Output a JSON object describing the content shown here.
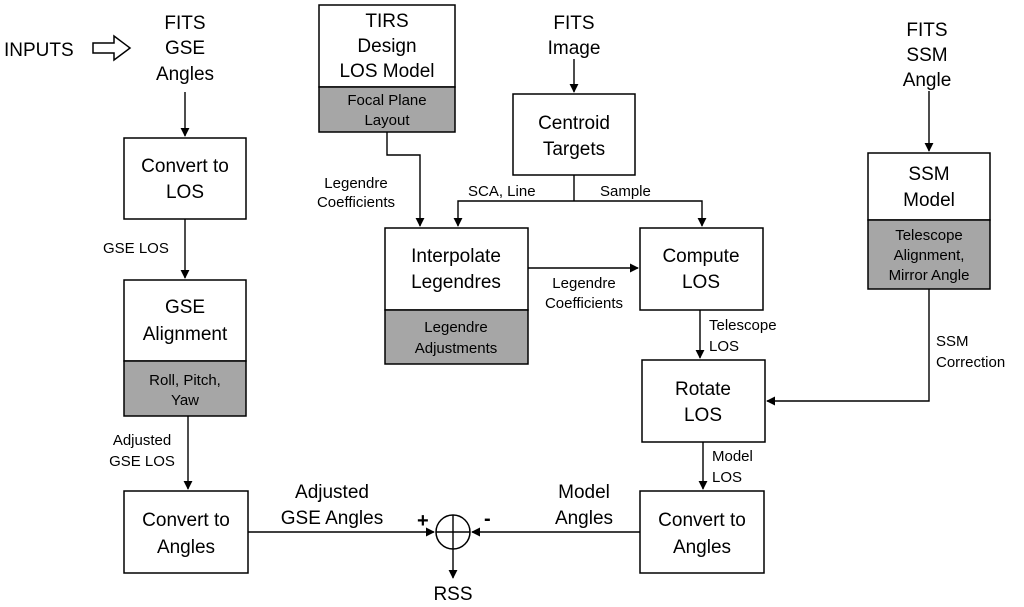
{
  "inputs": {
    "label": "INPUTS",
    "fits_gse": [
      "FITS",
      "GSE",
      "Angles"
    ],
    "fits_image": [
      "FITS",
      "Image"
    ],
    "fits_ssm": [
      "FITS",
      "SSM",
      "Angle"
    ]
  },
  "boxes": {
    "tirs_design": [
      "TIRS",
      "Design",
      "LOS Model"
    ],
    "focal_plane": [
      "Focal Plane",
      "Layout"
    ],
    "centroid": [
      "Centroid",
      "Targets"
    ],
    "convert_los": [
      "Convert to",
      "LOS"
    ],
    "gse_alignment": [
      "GSE",
      "Alignment"
    ],
    "roll_pitch_yaw": [
      "Roll, Pitch,",
      "Yaw"
    ],
    "interpolate": [
      "Interpolate",
      "Legendres"
    ],
    "legendre_adjust": [
      "Legendre",
      "Adjustments"
    ],
    "compute_los": [
      "Compute",
      "LOS"
    ],
    "ssm_model": [
      "SSM",
      "Model"
    ],
    "telescope_align": [
      "Telescope",
      "Alignment,",
      "Mirror Angle"
    ],
    "rotate_los": [
      "Rotate",
      "LOS"
    ],
    "convert_angles_left": [
      "Convert to",
      "Angles"
    ],
    "convert_angles_right": [
      "Convert to",
      "Angles"
    ]
  },
  "labels": {
    "legendre_coeff_top": [
      "Legendre",
      "Coefficients"
    ],
    "sca_line": "SCA, Line",
    "sample": "Sample",
    "gse_los": "GSE LOS",
    "legendre_coeff_mid": [
      "Legendre",
      "Coefficients"
    ],
    "telescope_los": [
      "Telescope",
      "LOS"
    ],
    "ssm_correction": [
      "SSM",
      "Correction"
    ],
    "adjusted_gse_los": [
      "Adjusted",
      "GSE LOS"
    ],
    "model_los": [
      "Model",
      "LOS"
    ],
    "adjusted_gse_angles": [
      "Adjusted",
      "GSE Angles"
    ],
    "model_angles": [
      "Model",
      "Angles"
    ],
    "plus": "+",
    "minus": "-",
    "rss": "RSS"
  }
}
